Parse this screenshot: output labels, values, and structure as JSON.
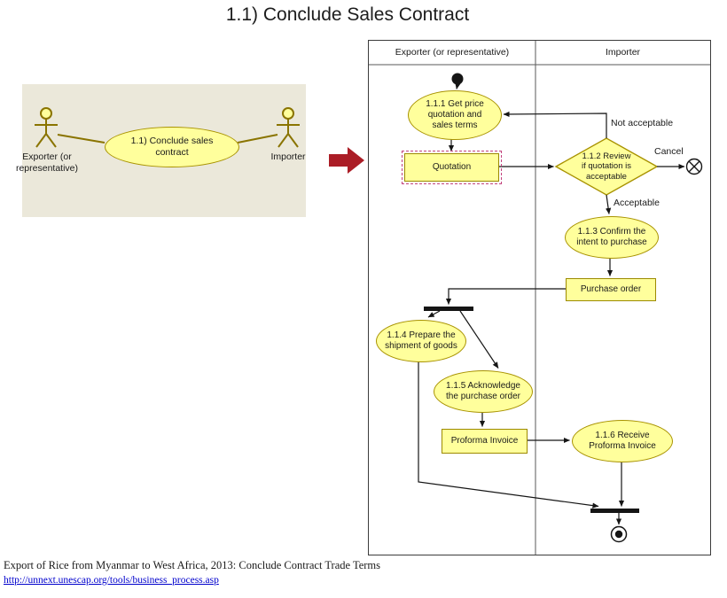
{
  "title": "1.1) Conclude Sales Contract",
  "use_case": {
    "exporter_label": "Exporter (or\nrepresentative)",
    "ellipse_label": "1.1) Conclude sales\ncontract",
    "importer_label": "Importer"
  },
  "activity": {
    "lane_exporter": "Exporter (or representative)",
    "lane_importer": "Importer",
    "node_1_1_1": "1.1.1 Get price\nquotation and\nsales terms",
    "quotation": "Quotation",
    "node_1_1_2": "1.1.2 Review\nif quotation is\nacceptable",
    "node_1_1_3": "1.1.3 Confirm the\nintent to purchase",
    "purchase_order": "Purchase order",
    "node_1_1_4": "1.1.4 Prepare the\nshipment of goods",
    "node_1_1_5": "1.1.5 Acknowledge\nthe purchase order",
    "proforma_invoice": "Proforma Invoice",
    "node_1_1_6": "1.1.6 Receive\nProforma Invoice",
    "label_not_acceptable": "Not acceptable",
    "label_cancel": "Cancel",
    "label_acceptable": "Acceptable"
  },
  "footer": {
    "caption": "Export of Rice from Myanmar to West Africa, 2013: Conclude Contract Trade Terms",
    "link": "http://unnext.unescap.org/tools/business_process.asp"
  },
  "colors": {
    "node_fill": "#ffff9c",
    "node_border": "#a89200",
    "use_case_panel_bg": "#ebe8da",
    "transform_arrow_red": "#ab1d26",
    "quotation_dashed_border": "#c2417c",
    "link_blue": "#0000cc"
  }
}
